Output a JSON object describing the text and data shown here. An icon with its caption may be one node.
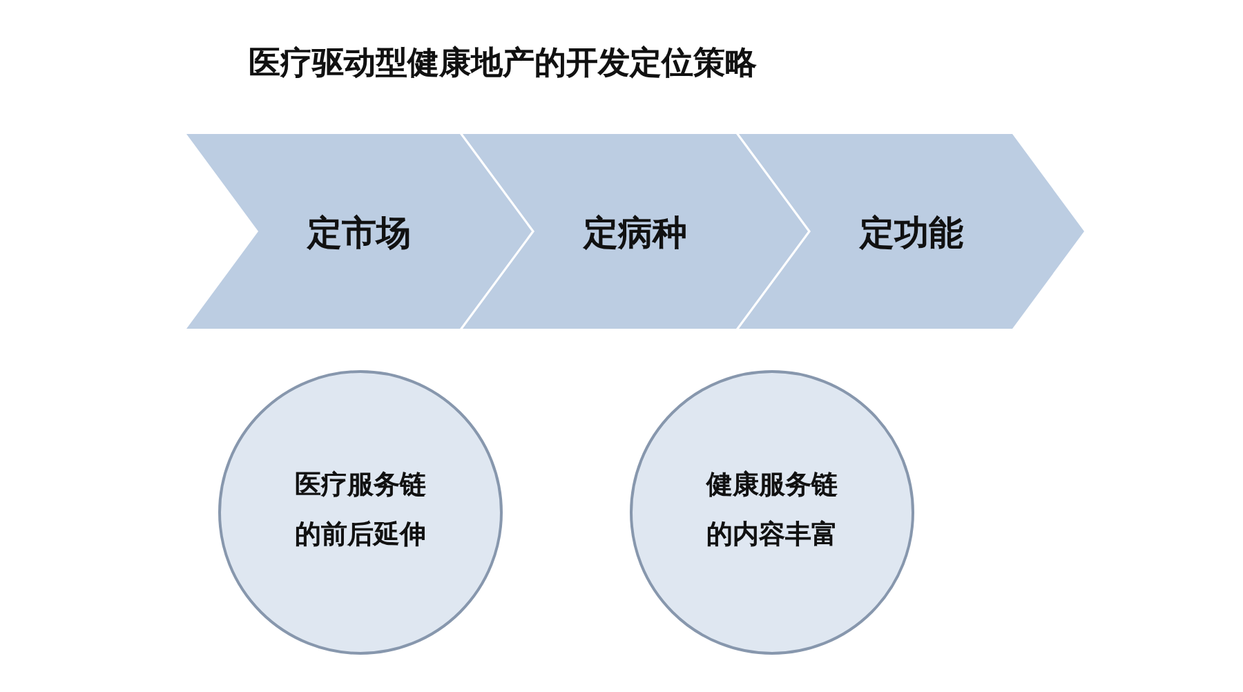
{
  "diagram": {
    "title": "医疗驱动型健康地产的开发定位策略",
    "nodes": [
      {
        "text": [
          "定市场"
        ]
      },
      {
        "text": [
          "定病种"
        ]
      },
      {
        "text": [
          "定功能"
        ]
      },
      {
        "text": [
          "医疗服务链的前后延伸"
        ]
      },
      {
        "text": [
          "健康服务链的内容丰富"
        ]
      }
    ]
  }
}
